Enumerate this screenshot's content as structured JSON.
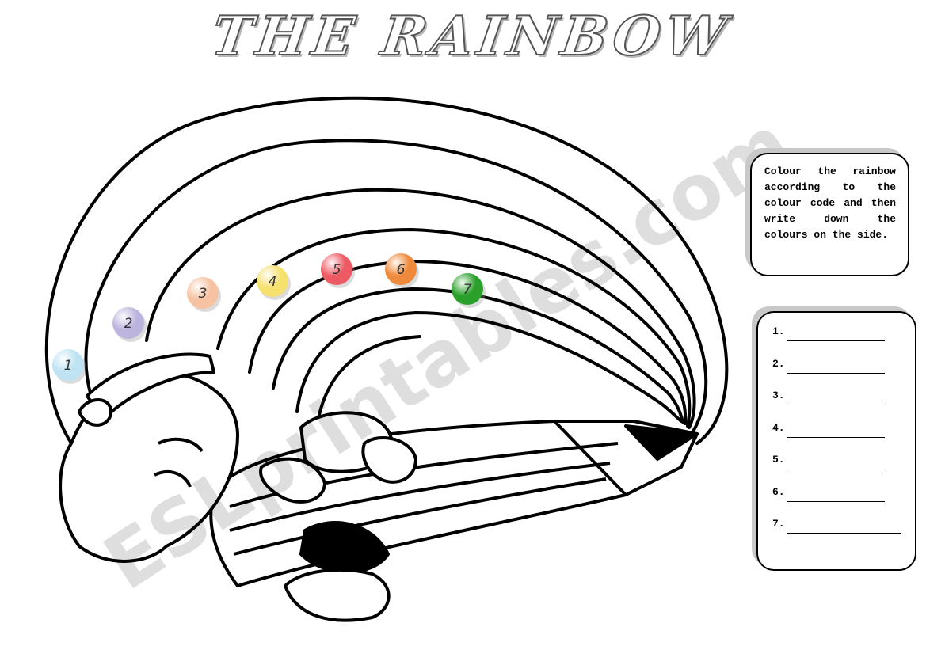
{
  "title": "THE RAINBOW",
  "watermark": "ESLprintables.com",
  "instruction": "Colour the rainbow according to the colour code and then write down the colours on the side.",
  "colour_codes": [
    {
      "number": "1",
      "color": "#bfe3f2"
    },
    {
      "number": "2",
      "color": "#bdb4de"
    },
    {
      "number": "3",
      "color": "#f6c2a2"
    },
    {
      "number": "4",
      "color": "#f5e070"
    },
    {
      "number": "5",
      "color": "#ee5a64"
    },
    {
      "number": "6",
      "color": "#ef8a3c"
    },
    {
      "number": "7",
      "color": "#2aa02a"
    }
  ],
  "answers": [
    {
      "label": "1."
    },
    {
      "label": "2."
    },
    {
      "label": "3."
    },
    {
      "label": "4."
    },
    {
      "label": "5."
    },
    {
      "label": "6."
    },
    {
      "label": "7."
    }
  ]
}
